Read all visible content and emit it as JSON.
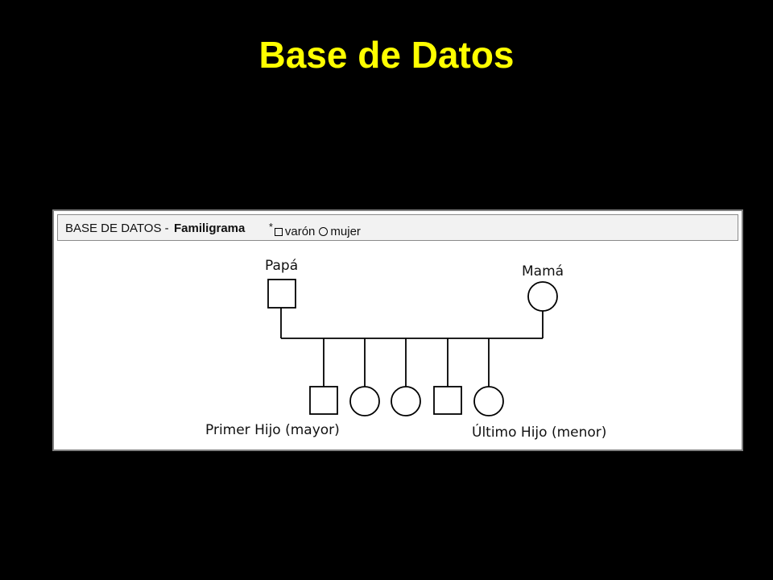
{
  "title": "Base de Datos",
  "figure": {
    "header": {
      "db_label": "BASE DE DATOS -",
      "famigrama": "Familigrama",
      "legend_star": "*",
      "legend_male": "varón",
      "legend_female": "mujer"
    },
    "parents": {
      "father_label": "Papá",
      "mother_label": "Mamá"
    },
    "children": [
      {
        "sex": "male"
      },
      {
        "sex": "female"
      },
      {
        "sex": "female"
      },
      {
        "sex": "male"
      },
      {
        "sex": "female"
      }
    ],
    "first_child_label": "Primer Hijo (mayor)",
    "last_child_label": "Último Hijo (menor)"
  },
  "colors": {
    "title": "#FFFF00",
    "background": "#000000",
    "figure_background": "#ffffff"
  }
}
